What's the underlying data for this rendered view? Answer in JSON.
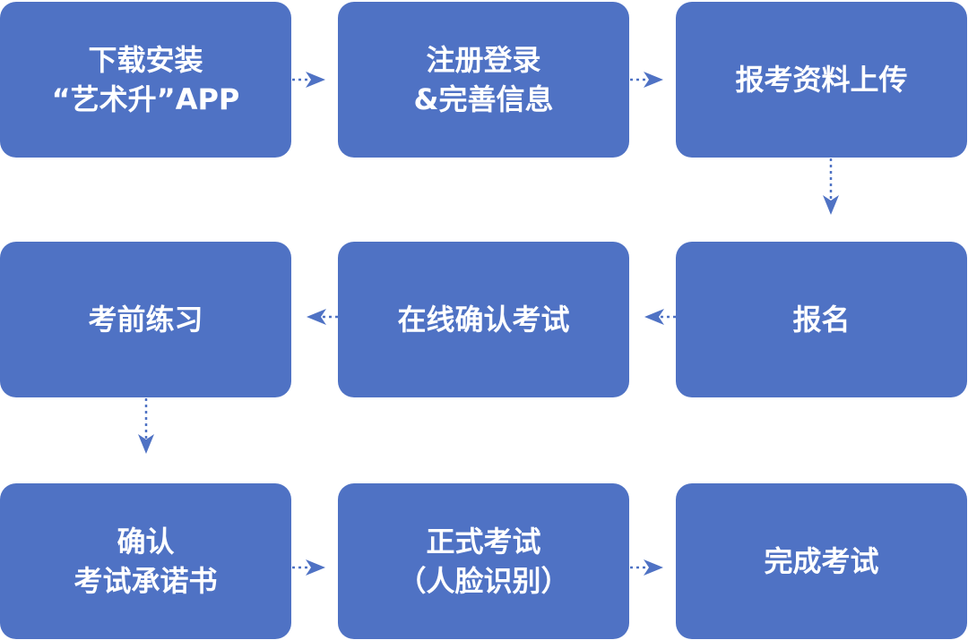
{
  "steps": [
    {
      "id": "download",
      "lines": [
        "下载安装",
        "“艺术升”APP"
      ]
    },
    {
      "id": "register",
      "lines": [
        "注册登录",
        "&完善信息"
      ]
    },
    {
      "id": "upload",
      "lines": [
        "报考资料上传"
      ]
    },
    {
      "id": "apply",
      "lines": [
        "报名"
      ]
    },
    {
      "id": "confirm-online",
      "lines": [
        "在线确认考试"
      ]
    },
    {
      "id": "practice",
      "lines": [
        "考前练习"
      ]
    },
    {
      "id": "pledge",
      "lines": [
        "确认",
        "考试承诺书"
      ]
    },
    {
      "id": "formal-exam",
      "lines": [
        "正式考试",
        "（人脸识别）"
      ]
    },
    {
      "id": "complete",
      "lines": [
        "完成考试"
      ]
    }
  ],
  "colors": {
    "box": "#4f72c4",
    "text": "#ffffff",
    "connector": "#4f72c4"
  },
  "connectors": [
    {
      "from": "download",
      "to": "register",
      "direction": "right"
    },
    {
      "from": "register",
      "to": "upload",
      "direction": "right"
    },
    {
      "from": "upload",
      "to": "apply",
      "direction": "down"
    },
    {
      "from": "apply",
      "to": "confirm-online",
      "direction": "left"
    },
    {
      "from": "confirm-online",
      "to": "practice",
      "direction": "left"
    },
    {
      "from": "practice",
      "to": "pledge",
      "direction": "down"
    },
    {
      "from": "pledge",
      "to": "formal-exam",
      "direction": "right"
    },
    {
      "from": "formal-exam",
      "to": "complete",
      "direction": "right"
    }
  ]
}
